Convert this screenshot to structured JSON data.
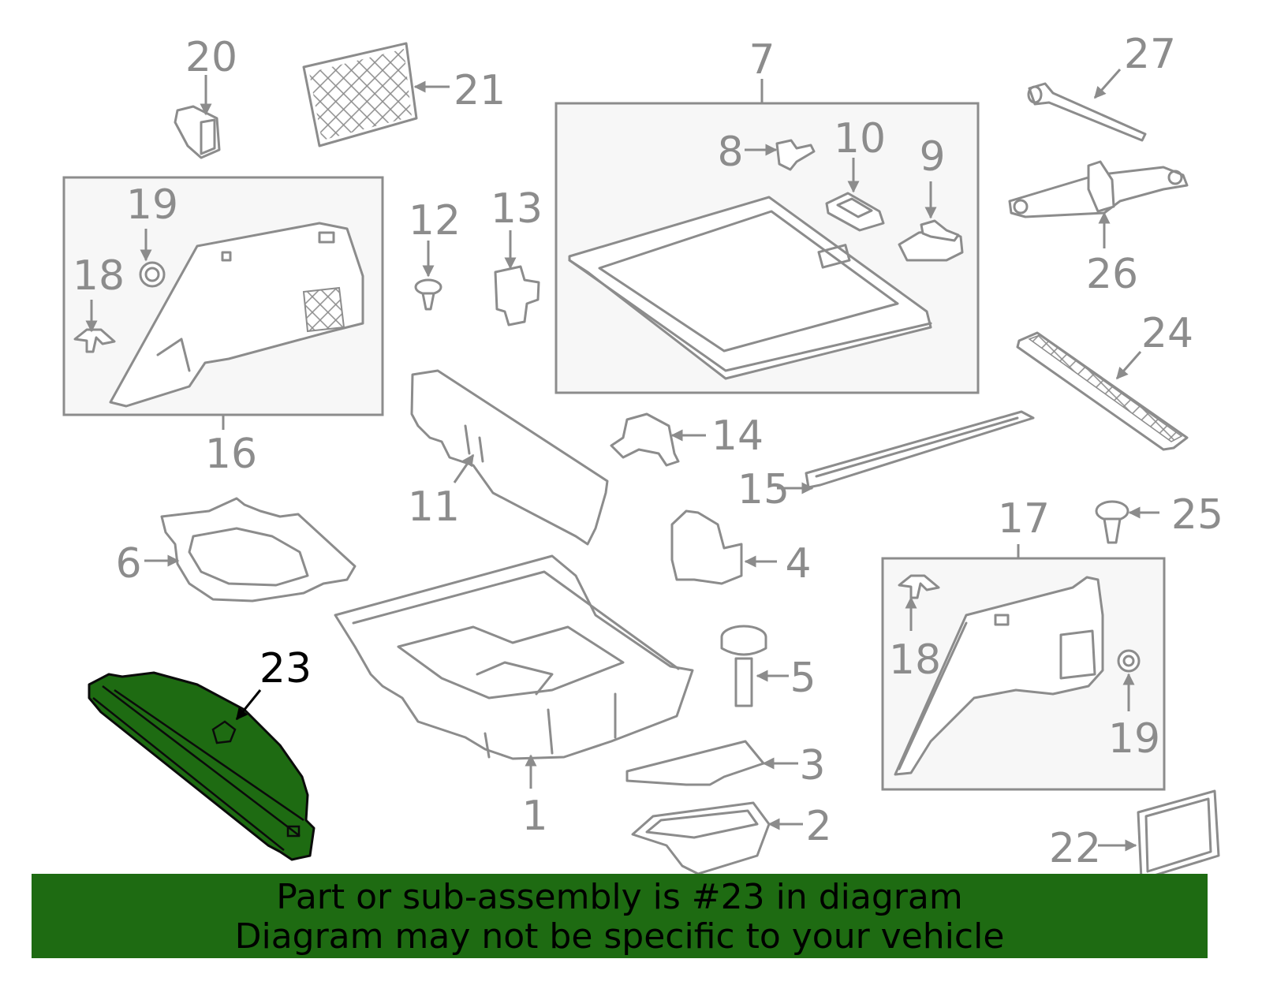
{
  "diagram": {
    "highlight_color": "#1e6b12",
    "line_color": "#8c8c8c",
    "highlighted_part": "23",
    "labels": [
      "1",
      "2",
      "3",
      "4",
      "5",
      "6",
      "7",
      "8",
      "9",
      "10",
      "11",
      "12",
      "13",
      "14",
      "15",
      "16",
      "17",
      "18",
      "19",
      "20",
      "21",
      "22",
      "23",
      "24",
      "25",
      "26",
      "27"
    ],
    "group_7_labels": [
      "8",
      "10",
      "9"
    ],
    "group_16_labels": [
      "19",
      "18"
    ],
    "group_17_labels": [
      "18",
      "19"
    ]
  },
  "notice": {
    "line1": "Part or sub-assembly is #23 in diagram",
    "line2": "Diagram may not be specific to your vehicle",
    "background": "#1e6b12"
  }
}
